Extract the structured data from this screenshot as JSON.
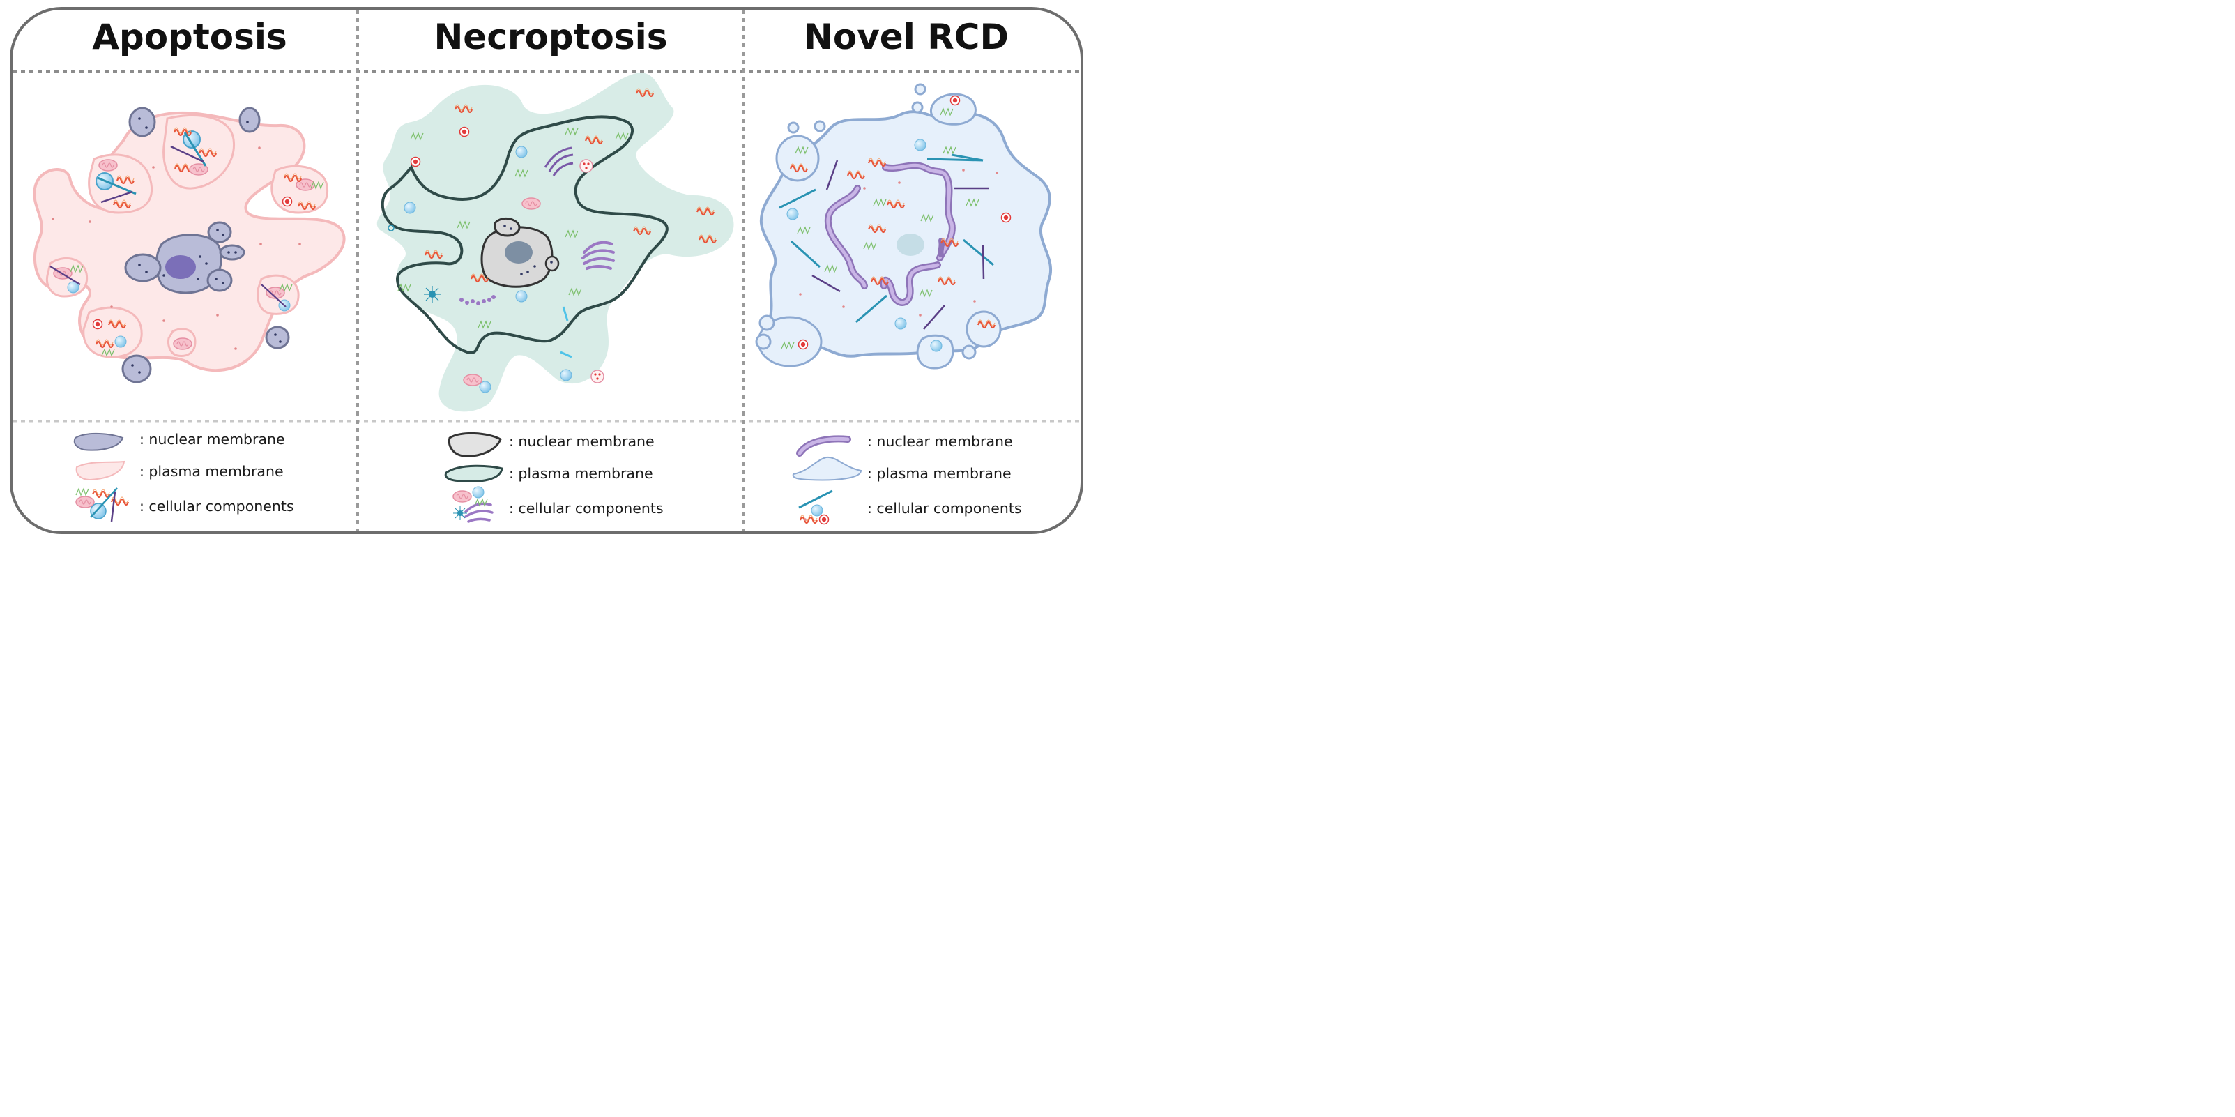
{
  "panels": [
    {
      "title": "Apoptosis",
      "legend": [
        {
          "symbol": "nuclear-membrane-swatch",
          "label": ": nuclear membrane"
        },
        {
          "symbol": "plasma-membrane-swatch",
          "label": ": plasma membrane"
        },
        {
          "symbol": "cellular-components-swatch",
          "label": ": cellular components"
        }
      ],
      "colors": {
        "plasma_fill": "#fde8e8",
        "plasma_stroke": "#f4b9bb",
        "nucleus_fill": "#b9bcd8",
        "nucleus_stroke": "#6f7494",
        "nucleolus": "#7b6fb8"
      }
    },
    {
      "title": "Necroptosis",
      "legend": [
        {
          "symbol": "nuclear-membrane-swatch",
          "label": ": nuclear membrane"
        },
        {
          "symbol": "plasma-membrane-swatch",
          "label": ": plasma membrane"
        },
        {
          "symbol": "cellular-components-swatch",
          "label": ": cellular components"
        }
      ],
      "colors": {
        "plasma_fill": "#d6ebe6",
        "plasma_stroke": "#2f4a48",
        "nucleus_fill": "#d9d9d9",
        "nucleus_stroke": "#333333",
        "nucleolus": "#7d8fa3"
      }
    },
    {
      "title": "Novel RCD",
      "legend": [
        {
          "symbol": "nuclear-membrane-swatch",
          "label": ": nuclear membrane"
        },
        {
          "symbol": "plasma-membrane-swatch",
          "label": ": plasma membrane"
        },
        {
          "symbol": "cellular-components-swatch",
          "label": ": cellular components"
        }
      ],
      "colors": {
        "plasma_fill": "#e6f0fb",
        "plasma_stroke": "#8eaad2",
        "nucleus_fill": "#c5dde6",
        "nucleus_stroke": "#b69cd1",
        "nucleolus": "#a9cfd8"
      }
    }
  ],
  "component_colors": {
    "mitochondrion": "#f2a5b6",
    "dna_fragment": "#e8543a",
    "vesicle": "#a9d7f0",
    "lysosome": "#e23a3a",
    "ribosome_squiggle": "#7bbf6a",
    "cytoskeleton_blue": "#2a93b3",
    "cytoskeleton_purple": "#5a3f86",
    "golgi": "#9b78c4"
  }
}
